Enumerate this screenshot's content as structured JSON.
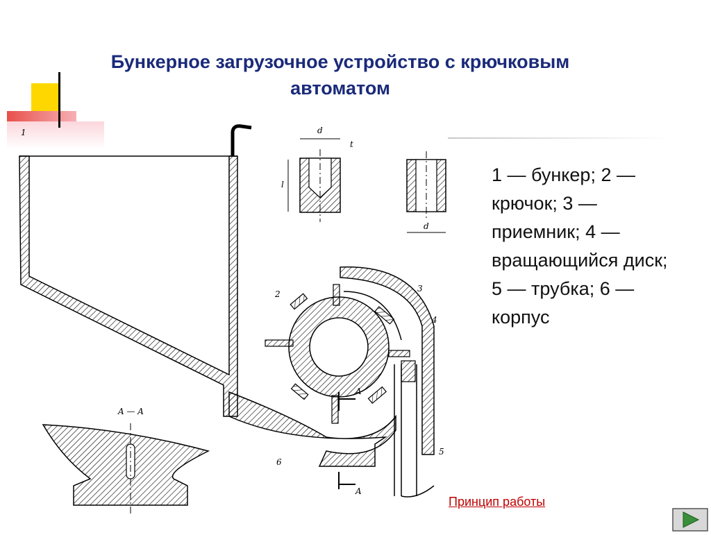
{
  "slide": {
    "title": "Бункерное загрузочное устройство с крючковым автоматом",
    "legend": "1 — бункер; 2 — крючок; 3 — приемник; 4 — вращающийся диск; 5 — трубка; 6 — корпус",
    "link_text": "Принцип работы"
  },
  "diagram": {
    "labels": {
      "part1": "1",
      "part2": "2",
      "part3": "3",
      "part4": "4",
      "part5": "5",
      "part6": "6",
      "section": "A — A",
      "arrow_a_top": "A",
      "arrow_a_bottom": "A",
      "dim_d_top": "d",
      "dim_t": "t",
      "dim_l": "l",
      "dim_d_bottom": "d"
    }
  },
  "colors": {
    "title": "#1a2a7a",
    "link": "#c00000",
    "accent_yellow": "#ffd700",
    "accent_red": "#e8504a",
    "nav_button": "#3a8f3a"
  },
  "icons": {
    "nav": "play-next-icon"
  }
}
